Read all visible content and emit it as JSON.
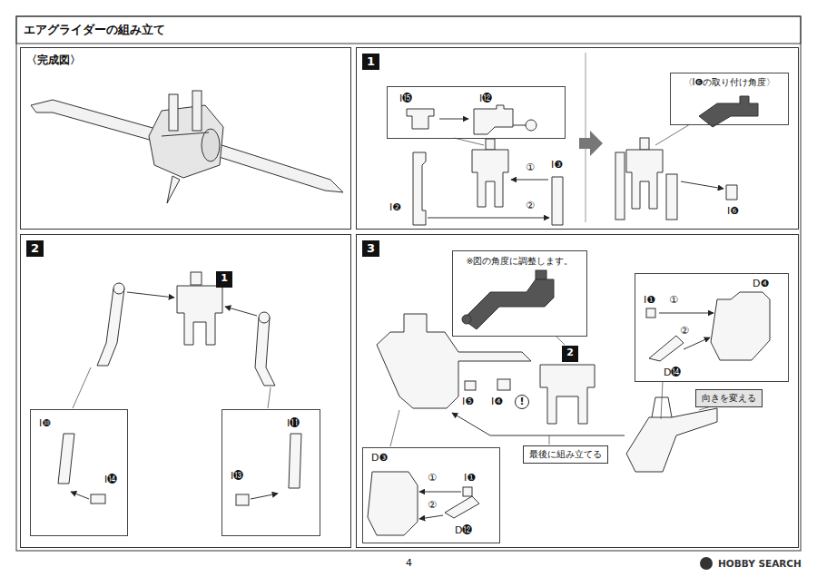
{
  "diagram": {
    "title": "エアグライダーの組み立て",
    "nodes": [
      {
        "text": [
          "〈完成図〉"
        ]
      },
      {
        "text": [
          "1"
        ]
      },
      {
        "text": [
          "I⓯",
          "I⓬"
        ],
        "in": 1
      },
      {
        "text": [
          "〈I❻の取り付け角度〉"
        ],
        "in": 1
      },
      {
        "text": [
          "2"
        ]
      },
      {
        "text": [
          "1"
        ],
        "in": 4
      },
      {
        "text": [
          "I❿",
          "I⓮"
        ],
        "in": 4
      },
      {
        "text": [
          "I⓫",
          "I⓭"
        ],
        "in": 4
      },
      {
        "text": [
          "3"
        ]
      },
      {
        "text": [
          "※図の角度に調整します。"
        ],
        "in": 8
      },
      {
        "text": [
          "2"
        ],
        "in": 8
      },
      {
        "text": [
          "D❹",
          "I❶",
          "①",
          "②",
          "D⓮"
        ],
        "in": 8
      },
      {
        "text": [
          "!"
        ],
        "in": 8
      },
      {
        "text": [
          "向きを変える"
        ],
        "in": 8
      },
      {
        "text": [
          "最後に組み立てる"
        ],
        "in": 8
      },
      {
        "text": [
          "D❸",
          "①",
          "I❶",
          "②",
          "D⓬"
        ],
        "in": 8
      }
    ],
    "labels": [
      "①",
      "I❸",
      "I❷",
      "②",
      "I❻",
      "I❺",
      "I❹",
      "4",
      "HOBBY SEARCH"
    ]
  }
}
